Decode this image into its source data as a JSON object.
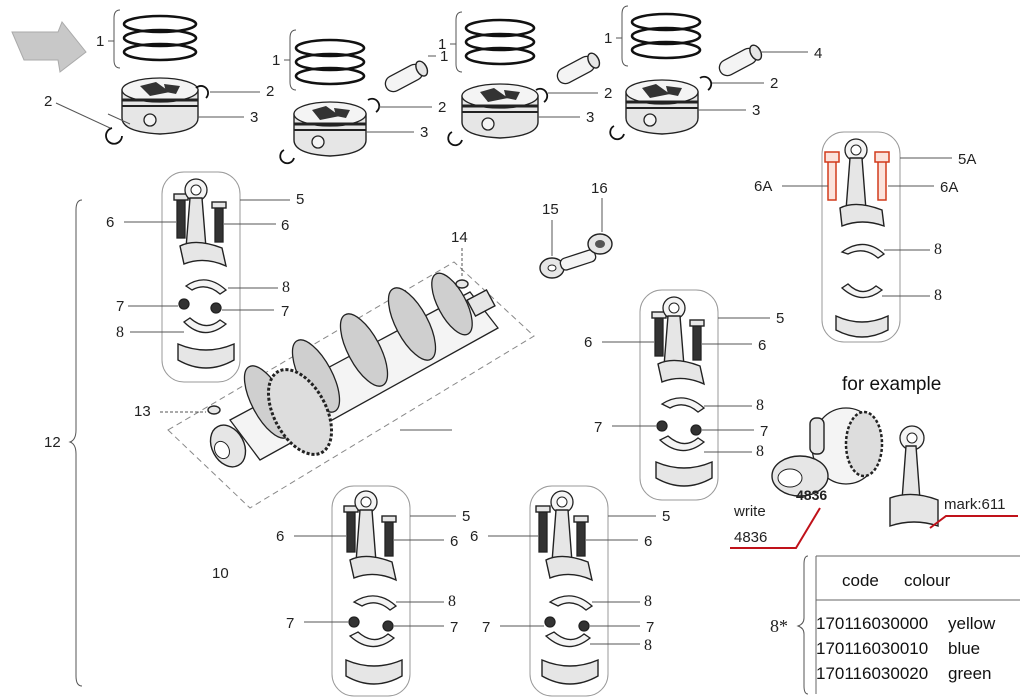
{
  "labels": {
    "ring_set": "1",
    "circlip": "2",
    "piston": "3",
    "piston_pin": "4",
    "conrod": "5",
    "conrod_alt": "5A",
    "bolt": "6",
    "bolt_alt": "6A",
    "nut": "7",
    "bearing": "8",
    "crank_assembly": "10",
    "group_all": "12",
    "key_front": "13",
    "key_rear": "14",
    "part_15": "15",
    "part_16": "16"
  },
  "example": {
    "heading": "for example",
    "write_word": "write",
    "write_number": "4836",
    "stamp_number": "4836",
    "mark_text": "mark:611"
  },
  "bearing_table": {
    "marker": "8*",
    "header_code": "code",
    "header_colour": "colour",
    "rows": [
      {
        "code": "170116030000",
        "colour": "yellow"
      },
      {
        "code": "170116030010",
        "colour": "blue"
      },
      {
        "code": "170116030020",
        "colour": "green"
      }
    ]
  },
  "colors": {
    "highlight": "#d23b1c",
    "callout_line": "#c0121a",
    "arrow": "#c8c8c8"
  }
}
